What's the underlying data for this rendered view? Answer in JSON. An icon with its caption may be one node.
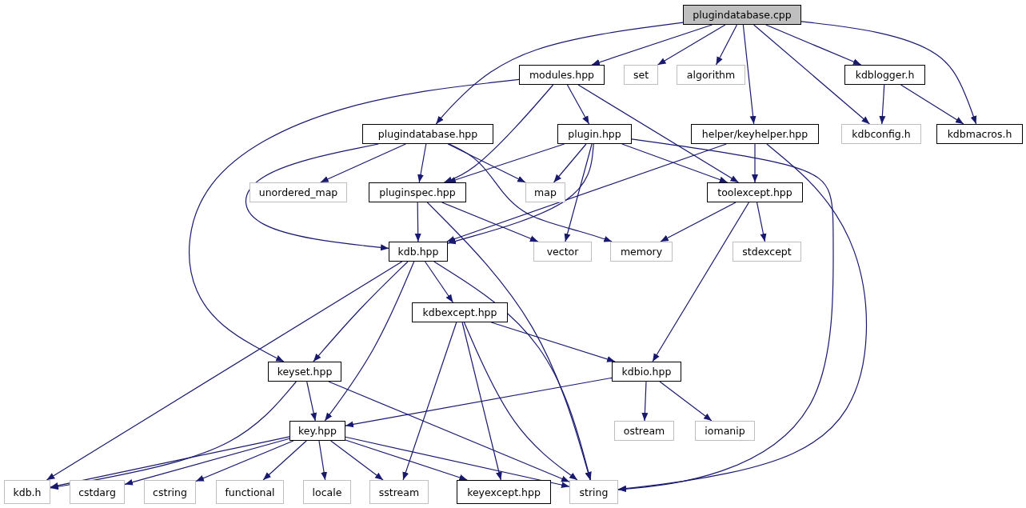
{
  "diagram": {
    "nodes": [
      {
        "text": [
          "plugindatabase.cpp"
        ]
      },
      {
        "text": [
          "modules.hpp"
        ]
      },
      {
        "text": [
          "set"
        ]
      },
      {
        "text": [
          "algorithm"
        ]
      },
      {
        "text": [
          "helper/keyhelper.hpp"
        ]
      },
      {
        "text": [
          "kdblogger.h"
        ]
      },
      {
        "text": [
          "kdbconfig.h"
        ]
      },
      {
        "text": [
          "kdbmacros.h"
        ]
      },
      {
        "text": [
          "plugindatabase.hpp"
        ]
      },
      {
        "text": [
          "plugin.hpp"
        ]
      },
      {
        "text": [
          "unordered_map"
        ]
      },
      {
        "text": [
          "pluginspec.hpp"
        ]
      },
      {
        "text": [
          "map"
        ]
      },
      {
        "text": [
          "toolexcept.hpp"
        ]
      },
      {
        "text": [
          "kdb.hpp"
        ]
      },
      {
        "text": [
          "vector"
        ]
      },
      {
        "text": [
          "memory"
        ]
      },
      {
        "text": [
          "stdexcept"
        ]
      },
      {
        "text": [
          "kdbexcept.hpp"
        ]
      },
      {
        "text": [
          "keyset.hpp"
        ]
      },
      {
        "text": [
          "kdbio.hpp"
        ]
      },
      {
        "text": [
          "key.hpp"
        ]
      },
      {
        "text": [
          "ostream"
        ]
      },
      {
        "text": [
          "iomanip"
        ]
      },
      {
        "text": [
          "kdb.h"
        ]
      },
      {
        "text": [
          "cstdarg"
        ]
      },
      {
        "text": [
          "cstring"
        ]
      },
      {
        "text": [
          "functional"
        ]
      },
      {
        "text": [
          "locale"
        ]
      },
      {
        "text": [
          "sstream"
        ]
      },
      {
        "text": [
          "keyexcept.hpp"
        ]
      },
      {
        "text": [
          "string"
        ]
      }
    ],
    "edges": [
      {
        "from": 0,
        "to": 8,
        "arrow": "to"
      },
      {
        "from": 0,
        "to": 1,
        "arrow": "to"
      },
      {
        "from": 0,
        "to": 2,
        "arrow": "to"
      },
      {
        "from": 0,
        "to": 3,
        "arrow": "to"
      },
      {
        "from": 0,
        "to": 4,
        "arrow": "to"
      },
      {
        "from": 0,
        "to": 6,
        "arrow": "to"
      },
      {
        "from": 0,
        "to": 5,
        "arrow": "to"
      },
      {
        "from": 0,
        "to": 7,
        "arrow": "to"
      },
      {
        "from": 1,
        "to": 19,
        "arrow": "to"
      },
      {
        "from": 1,
        "to": 11,
        "arrow": "to"
      },
      {
        "from": 1,
        "to": 9,
        "arrow": "to"
      },
      {
        "from": 1,
        "to": 13,
        "arrow": "to"
      },
      {
        "from": 5,
        "to": 6,
        "arrow": "to"
      },
      {
        "from": 5,
        "to": 7,
        "arrow": "to"
      },
      {
        "from": 8,
        "to": 14,
        "arrow": "to"
      },
      {
        "from": 8,
        "to": 10,
        "arrow": "to"
      },
      {
        "from": 8,
        "to": 11,
        "arrow": "to"
      },
      {
        "from": 8,
        "to": 12,
        "arrow": "to"
      },
      {
        "from": 8,
        "to": 16,
        "arrow": "to"
      },
      {
        "from": 9,
        "to": 11,
        "arrow": "to"
      },
      {
        "from": 9,
        "to": 12,
        "arrow": "to"
      },
      {
        "from": 9,
        "to": 14,
        "arrow": "to"
      },
      {
        "from": 9,
        "to": 15,
        "arrow": "to"
      },
      {
        "from": 9,
        "to": 13,
        "arrow": "to"
      },
      {
        "from": 9,
        "to": 31,
        "arrow": "to"
      },
      {
        "from": 4,
        "to": 14,
        "arrow": "to"
      },
      {
        "from": 4,
        "to": 13,
        "arrow": "to"
      },
      {
        "from": 4,
        "to": 31,
        "arrow": "to"
      },
      {
        "from": 11,
        "to": 14,
        "arrow": "to"
      },
      {
        "from": 11,
        "to": 15,
        "arrow": "to"
      },
      {
        "from": 11,
        "to": 31,
        "arrow": "to"
      },
      {
        "from": 13,
        "to": 16,
        "arrow": "to"
      },
      {
        "from": 13,
        "to": 17,
        "arrow": "to"
      },
      {
        "from": 13,
        "to": 20,
        "arrow": "to"
      },
      {
        "from": 14,
        "to": 24,
        "arrow": "to"
      },
      {
        "from": 14,
        "to": 19,
        "arrow": "to"
      },
      {
        "from": 14,
        "to": 21,
        "arrow": "to"
      },
      {
        "from": 14,
        "to": 18,
        "arrow": "to"
      },
      {
        "from": 14,
        "to": 31,
        "arrow": "to"
      },
      {
        "from": 18,
        "to": 20,
        "arrow": "to"
      },
      {
        "from": 18,
        "to": 29,
        "arrow": "to"
      },
      {
        "from": 18,
        "to": 30,
        "arrow": "to"
      },
      {
        "from": 18,
        "to": 31,
        "arrow": "to"
      },
      {
        "from": 19,
        "to": 21,
        "arrow": "to"
      },
      {
        "from": 19,
        "to": 24,
        "arrow": "to"
      },
      {
        "from": 19,
        "to": 31,
        "arrow": "to"
      },
      {
        "from": 20,
        "to": 21,
        "arrow": "to"
      },
      {
        "from": 20,
        "to": 22,
        "arrow": "to"
      },
      {
        "from": 20,
        "to": 23,
        "arrow": "to"
      },
      {
        "from": 21,
        "to": 24,
        "arrow": "to"
      },
      {
        "from": 21,
        "to": 25,
        "arrow": "to"
      },
      {
        "from": 21,
        "to": 26,
        "arrow": "to"
      },
      {
        "from": 21,
        "to": 27,
        "arrow": "to"
      },
      {
        "from": 21,
        "to": 28,
        "arrow": "to"
      },
      {
        "from": 21,
        "to": 29,
        "arrow": "to"
      },
      {
        "from": 21,
        "to": 30,
        "arrow": "to"
      },
      {
        "from": 21,
        "to": 31,
        "arrow": "to"
      }
    ]
  }
}
